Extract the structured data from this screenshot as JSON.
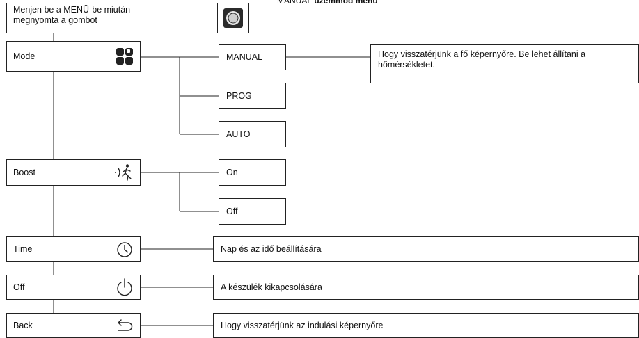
{
  "title": {
    "prefix": "MANUAL",
    "rest": " üzemmód menü"
  },
  "intro": {
    "label": "Menjen be a MENÜ-be miután\nmegnyomta a gombot",
    "icon": "power-button-icon"
  },
  "menu": [
    {
      "key": "mode",
      "label": "Mode",
      "icon": "four-squares-icon"
    },
    {
      "key": "boost",
      "label": "Boost",
      "icon": "running-person-icon"
    },
    {
      "key": "time",
      "label": "Time",
      "icon": "clock-icon"
    },
    {
      "key": "off",
      "label": "Off",
      "icon": "power-icon"
    },
    {
      "key": "back",
      "label": "Back",
      "icon": "return-arrow-icon"
    }
  ],
  "mode_options": [
    "MANUAL",
    "PROG",
    "AUTO"
  ],
  "boost_options": [
    "On",
    "Off"
  ],
  "descriptions": {
    "manual": "Hogy visszatérjünk a fő képernyőre. Be lehet állítani a hőmérsékletet.",
    "time": "Nap és az idő beállítására",
    "off": "A készülék kikapcsolására",
    "back": "Hogy visszatérjünk az indulási képernyőre"
  }
}
